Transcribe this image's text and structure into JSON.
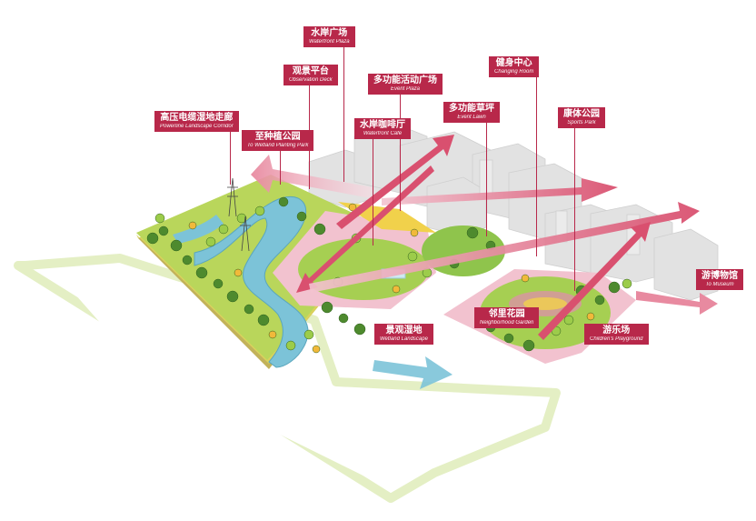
{
  "labels": {
    "waterfront_plaza": {
      "zh": "水岸广场",
      "en": "Waterfront Plaza"
    },
    "observation_deck": {
      "zh": "观景平台",
      "en": "Observation Deck"
    },
    "event_plaza": {
      "zh": "多功能活动广场",
      "en": "Event Plaza"
    },
    "changing_room": {
      "zh": "健身中心",
      "en": "Changing Room"
    },
    "powerline_corridor": {
      "zh": "高压电缆湿地走廊",
      "en": "Powerline Landscape Corridor"
    },
    "wetland_planting": {
      "zh": "至种植公园",
      "en": "To Wetland Planting Park"
    },
    "waterfront_cafe": {
      "zh": "水岸咖啡厅",
      "en": "Waterfront Cafe"
    },
    "event_lawn": {
      "zh": "多功能草坪",
      "en": "Event Lawn"
    },
    "sports_park": {
      "zh": "康体公园",
      "en": "Sports Park"
    },
    "to_museum": {
      "zh": "游博物馆",
      "en": "To Museum"
    },
    "wetland_landscape": {
      "zh": "景观湿地",
      "en": "Wetland Landscape"
    },
    "neighborhood_garden": {
      "zh": "邻里花园",
      "en": "Neighborhood Garden"
    },
    "childrens_playground": {
      "zh": "游乐场",
      "en": "Children's Playground"
    }
  },
  "colors": {
    "label": "#b8284a",
    "path_pink": "#e88aa0",
    "ground_pink": "#f2c2cf",
    "water": "#7cc3d8",
    "green": "#9ccc4a",
    "dark_green": "#4e8a2e",
    "yellow": "#f1d14b",
    "outline_lime": "#e4efc4",
    "building": "#dcdcdc"
  }
}
